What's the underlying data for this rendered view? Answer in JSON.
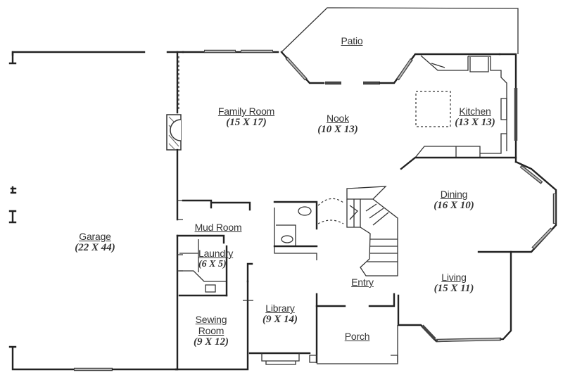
{
  "plan": {
    "rooms": [
      {
        "name": "Patio",
        "dims": ""
      },
      {
        "name": "Family Room",
        "dims": "(15 X 17)"
      },
      {
        "name": "Nook",
        "dims": "(10 X 13)"
      },
      {
        "name": "Kitchen",
        "dims": "(13 X 13)"
      },
      {
        "name": "Dining",
        "dims": "(16 X 10)"
      },
      {
        "name": "Garage",
        "dims": "(22 X 44)"
      },
      {
        "name": "Mud Room",
        "dims": ""
      },
      {
        "name": "Laundry",
        "dims": "(6 X 5)"
      },
      {
        "name": "Living",
        "dims": "(15 X 11)"
      },
      {
        "name": "Entry",
        "dims": ""
      },
      {
        "name": "Library",
        "dims": "(9 X 14)"
      },
      {
        "name": "Sewing Room",
        "name_line1": "Sewing",
        "name_line2": "Room",
        "dims": "(9 X 12)"
      },
      {
        "name": "Porch",
        "dims": ""
      }
    ]
  }
}
